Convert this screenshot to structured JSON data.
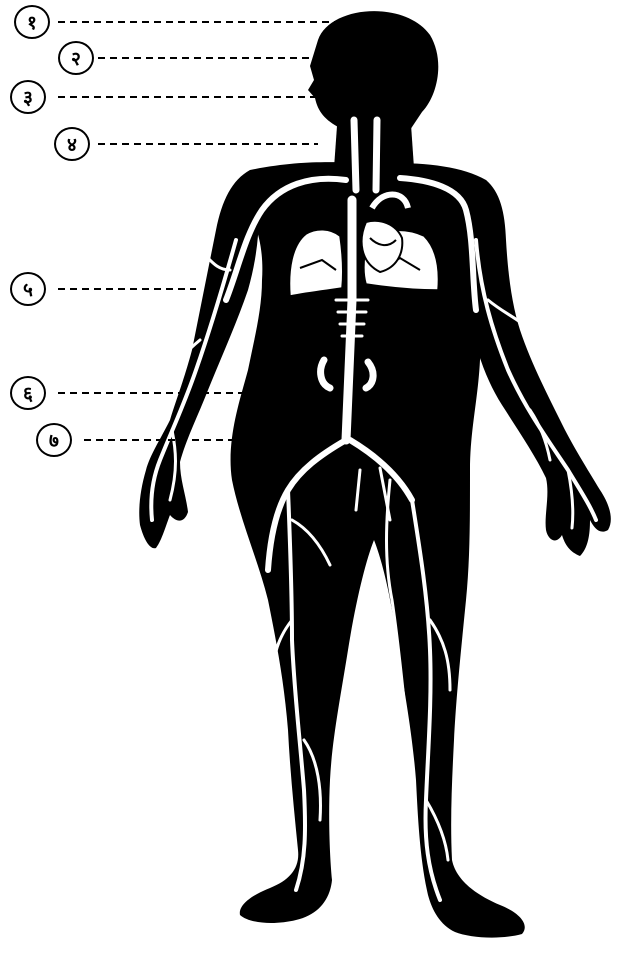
{
  "diagram": {
    "labels": [
      {
        "id": "1",
        "text": "१"
      },
      {
        "id": "2",
        "text": "२"
      },
      {
        "id": "3",
        "text": "३"
      },
      {
        "id": "4",
        "text": "४"
      },
      {
        "id": "5",
        "text": "५"
      },
      {
        "id": "6",
        "text": "६"
      },
      {
        "id": "7",
        "text": "७"
      }
    ],
    "colors": {
      "figure": "#000000",
      "vessels": "#ffffff",
      "background": "#ffffff"
    }
  }
}
